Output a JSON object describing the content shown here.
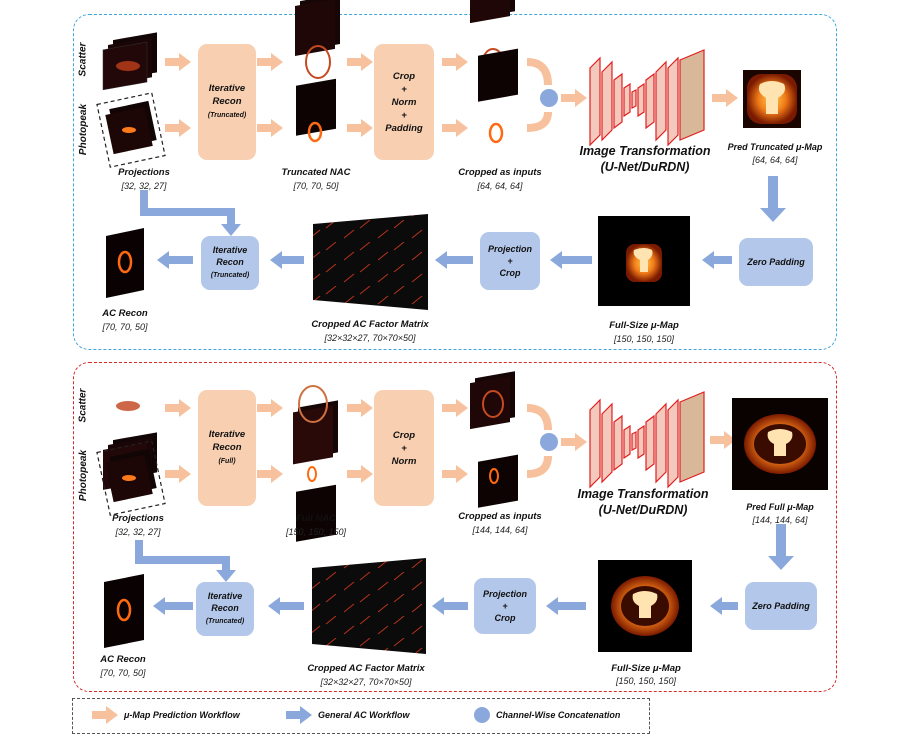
{
  "top": {
    "side_scatter": "Scatter",
    "side_photopeak": "Photopeak",
    "projections": "Projections",
    "projections_dim": "[32, 32, 27]",
    "recon_line1": "Iterative",
    "recon_line2": "Recon",
    "recon_sub": "(Truncated)",
    "nac": "Truncated NAC",
    "nac_dim": "[70, 70, 50]",
    "crop_lines": [
      "Crop",
      "+",
      "Norm",
      "+",
      "Padding"
    ],
    "cropped": "Cropped as inputs",
    "cropped_dim": "[64, 64, 64]",
    "transform_line1": "Image Transformation",
    "transform_line2": "(U-Net/DuRDN)",
    "pred": "Pred Truncated μ-Map",
    "pred_dim": "[64, 64, 64]",
    "zero_padding": "Zero Padding",
    "fullsize": "Full-Size μ-Map",
    "fullsize_dim": "[150, 150, 150]",
    "proj_crop_lines": [
      "Projection",
      "+",
      "Crop"
    ],
    "matrix": "Cropped AC Factor Matrix",
    "matrix_dim": "[32×32×27, 70×70×50]",
    "recon2_line1": "Iterative",
    "recon2_line2": "Recon",
    "recon2_sub": "(Truncated)",
    "ac": "AC Recon",
    "ac_dim": "[70, 70, 50]"
  },
  "bottom": {
    "side_scatter": "Scatter",
    "side_photopeak": "Photopeak",
    "projections": "Projections",
    "projections_dim": "[32, 32, 27]",
    "recon_line1": "Iterative",
    "recon_line2": "Recon",
    "recon_sub": "(Full)",
    "nac": "Full NAC",
    "nac_dim": "[150, 150, 150]",
    "crop_lines": [
      "Crop",
      "+",
      "Norm"
    ],
    "cropped": "Cropped as inputs",
    "cropped_dim": "[144, 144, 64]",
    "transform_line1": "Image Transformation",
    "transform_line2": "(U-Net/DuRDN)",
    "pred": "Pred Full μ-Map",
    "pred_dim": "[144, 144, 64]",
    "zero_padding": "Zero Padding",
    "fullsize": "Full-Size μ-Map",
    "fullsize_dim": "[150, 150, 150]",
    "proj_crop_lines": [
      "Projection",
      "+",
      "Crop"
    ],
    "matrix": "Cropped AC Factor Matrix",
    "matrix_dim": "[32×32×27, 70×70×50]",
    "recon2_line1": "Iterative",
    "recon2_line2": "Recon",
    "recon2_sub": "(Truncated)",
    "ac": "AC Recon",
    "ac_dim": "[70, 70, 50]"
  },
  "legend": {
    "item1": "μ-Map Prediction Workflow",
    "item2": "General AC Workflow",
    "item3": "Channel-Wise Concatenation"
  },
  "colors": {
    "top_border": "#3ea6dd",
    "bottom_border": "#d42a2a",
    "peach": "#f8cfb0",
    "blue": "#b3c7ea",
    "unet_fill": "#f0c4b8",
    "unet_edge": "#e02020"
  }
}
